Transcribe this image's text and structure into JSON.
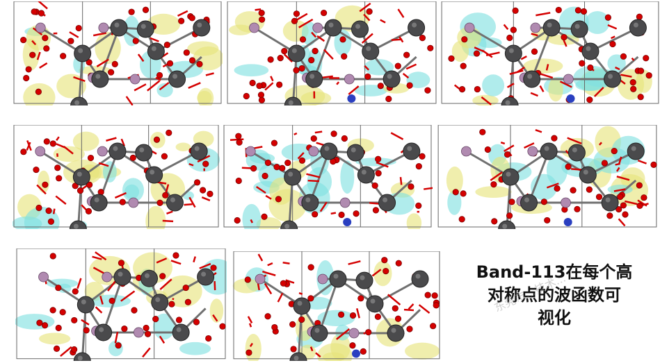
{
  "caption": {
    "line1": "Band-113在每个高",
    "line2": "对称点的波函数可",
    "line3": "视化"
  },
  "watermark": {
    "text": "东莞市...技术..."
  },
  "panels": [
    {
      "name": "wavefunction-panel-1"
    },
    {
      "name": "wavefunction-panel-2"
    },
    {
      "name": "wavefunction-panel-3"
    },
    {
      "name": "wavefunction-panel-4"
    },
    {
      "name": "wavefunction-panel-5"
    },
    {
      "name": "wavefunction-panel-6"
    },
    {
      "name": "wavefunction-panel-7"
    },
    {
      "name": "wavefunction-panel-8"
    }
  ],
  "colors": {
    "isosurface_yellow": "#e7e47a",
    "isosurface_cyan": "#7fe0e0",
    "atom_dark": "#4a4a4c",
    "atom_oxygen": "#d40000",
    "atom_pink": "#b08ab0",
    "atom_blue": "#2a3fc0",
    "cell_frame": "#666666"
  }
}
